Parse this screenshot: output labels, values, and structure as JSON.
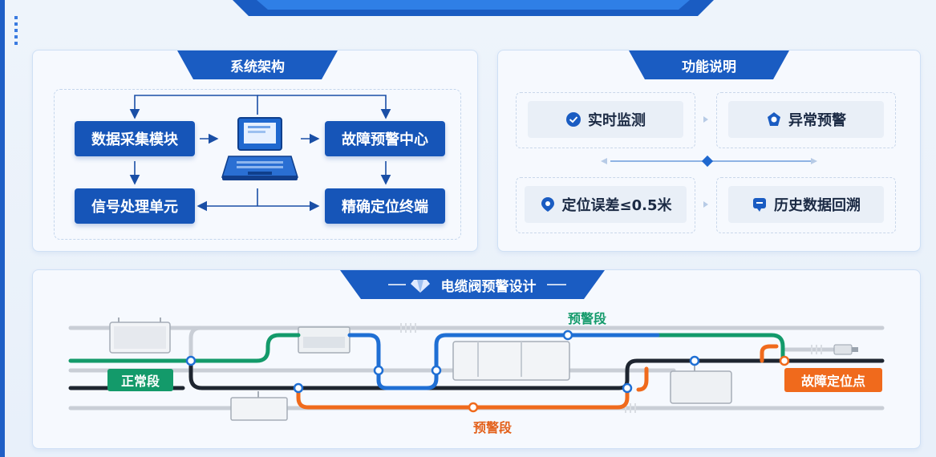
{
  "architecture": {
    "title": "系统架构",
    "modules": {
      "data_collection": "数据采集模块",
      "fault_warning_center": "故障预警中心",
      "signal_processing": "信号处理单元",
      "precise_locating": "精确定位终端"
    }
  },
  "features": {
    "title": "功能说明",
    "items": [
      {
        "label": "实时监测",
        "icon": "check-icon"
      },
      {
        "label": "异常预警",
        "icon": "alert-pin-icon"
      },
      {
        "label": "定位误差≤0.5米",
        "icon": "location-icon"
      },
      {
        "label": "历史数据回溯",
        "icon": "chat-icon"
      }
    ]
  },
  "cable_design": {
    "title": "电缆阀预警设计",
    "labels": {
      "normal_segment": "正常段",
      "warning_segment_green": "预警段",
      "warning_segment_orange": "预警段",
      "fault_point": "故障定位点"
    },
    "colors": {
      "green": "#139a6a",
      "blue": "#1f6fd4",
      "orange": "#f06a1c",
      "black": "#1e2530",
      "gray": "#c9ced6"
    }
  }
}
